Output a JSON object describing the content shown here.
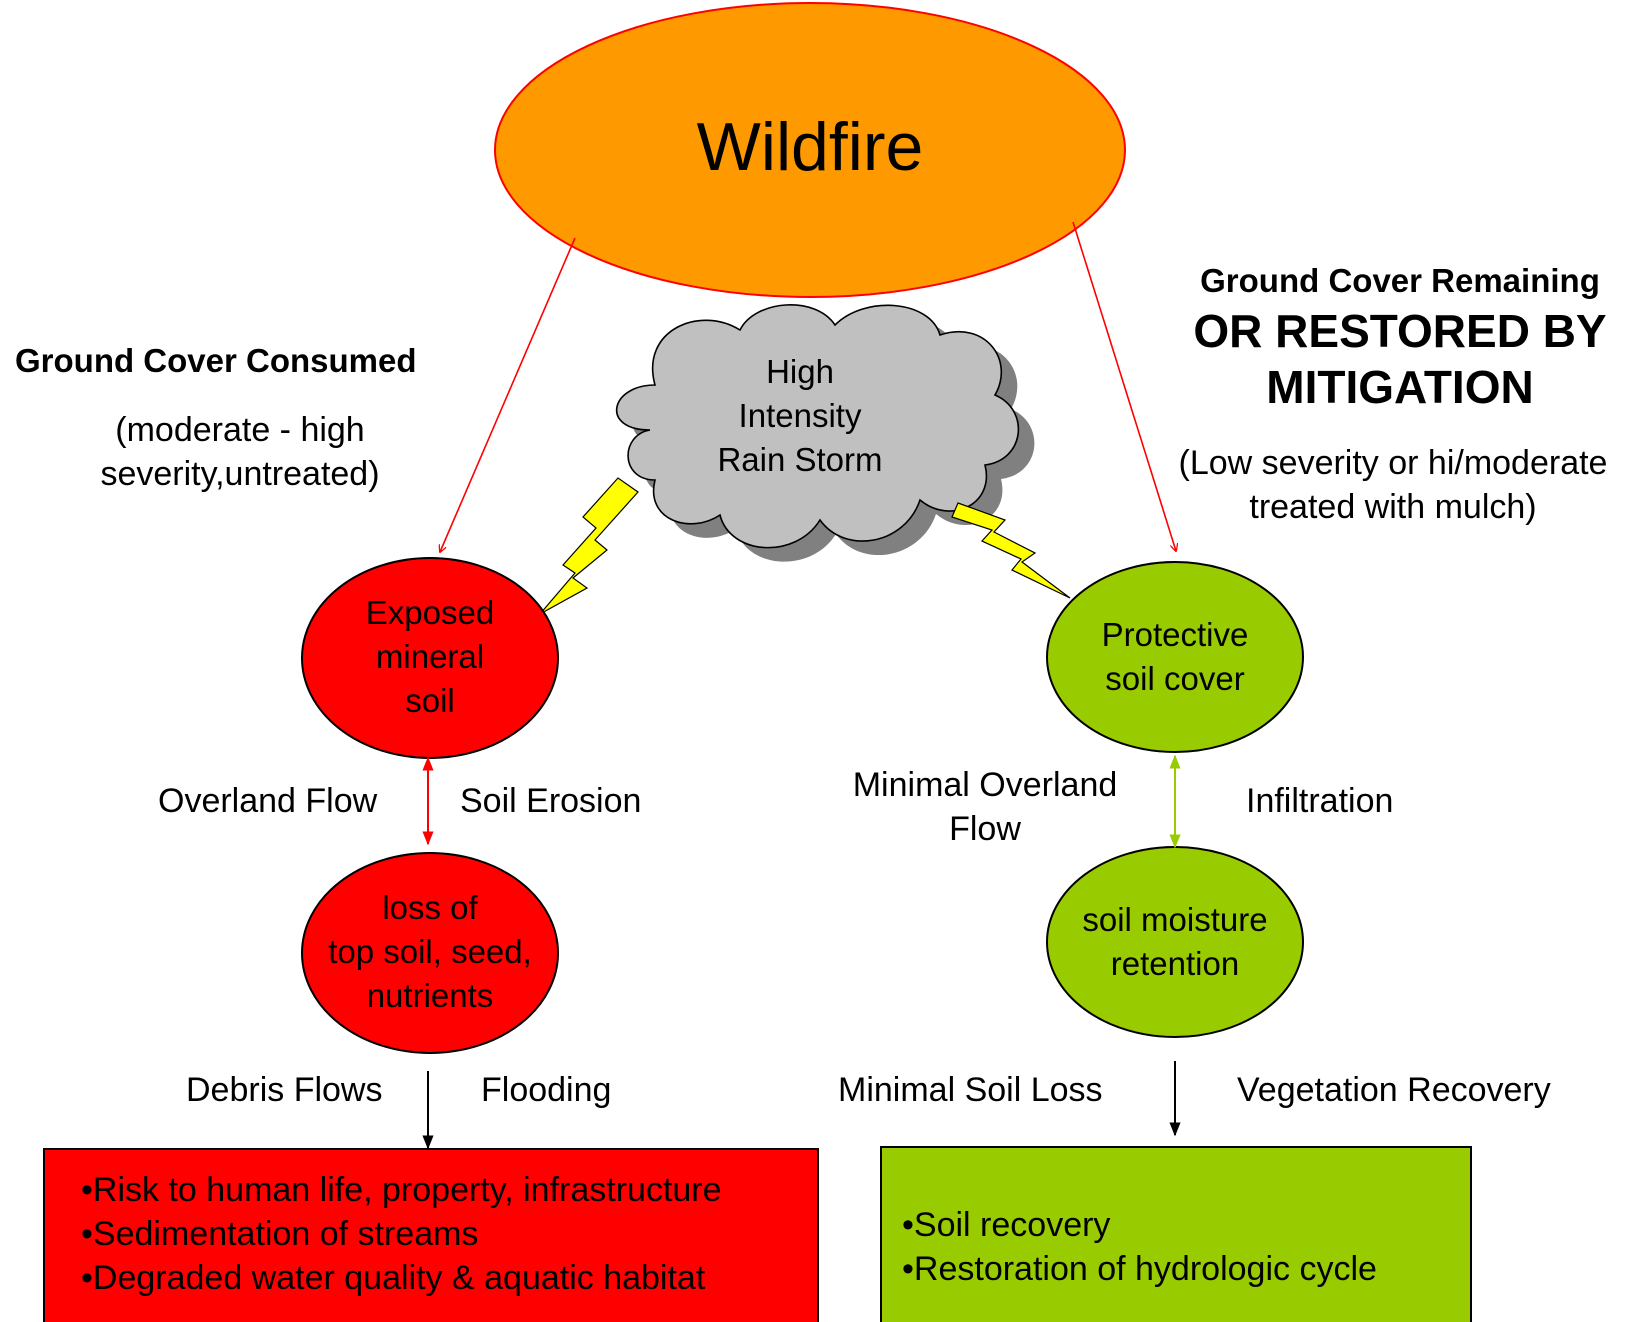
{
  "colors": {
    "wildfire_fill": "#FF9900",
    "wildfire_stroke": "#FF0000",
    "red_node": "#FF0000",
    "green_node": "#99CC00",
    "cloud": "#C0C0C0",
    "cloud_shadow": "#808080",
    "lightning": "#FFFF00",
    "arrow_red": "#FF0000",
    "arrow_green": "#99CC00",
    "arrow_black": "#000000"
  },
  "title": "Wildfire",
  "left": {
    "heading": "Ground Cover Consumed",
    "subheading": [
      "(moderate - high",
      "severity,untreated)"
    ],
    "node1": [
      "Exposed",
      "mineral",
      "soil"
    ],
    "flow1_left": "Overland Flow",
    "flow1_right": "Soil Erosion",
    "node2": [
      "loss of",
      "top soil, seed,",
      "nutrients"
    ],
    "flow2_left": "Debris Flows",
    "flow2_right": "Flooding",
    "outcomes": [
      "Risk to human life, property, infrastructure",
      "Sedimentation of streams",
      "Degraded water quality & aquatic habitat"
    ]
  },
  "cloud": [
    "High",
    "Intensity",
    "Rain Storm"
  ],
  "right": {
    "heading_small": "Ground Cover Remaining",
    "heading_big": [
      "OR RESTORED BY",
      "MITIGATION"
    ],
    "subheading": [
      "(Low severity or hi/moderate",
      "treated with mulch)"
    ],
    "node1": [
      "Protective",
      "soil cover"
    ],
    "flow1_left": [
      "Minimal Overland",
      "Flow"
    ],
    "flow1_right": "Infiltration",
    "node2": [
      "soil moisture",
      "retention"
    ],
    "flow2_left": "Minimal Soil Loss",
    "flow2_right": "Vegetation Recovery",
    "outcomes": [
      "Soil recovery",
      "Restoration of hydrologic cycle"
    ]
  }
}
